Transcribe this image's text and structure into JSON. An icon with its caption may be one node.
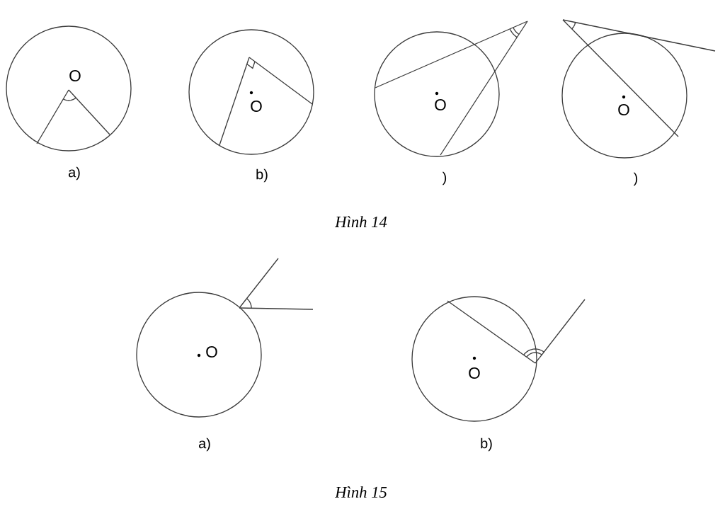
{
  "diagram": {
    "labels": [
      "O",
      "O",
      "O",
      "O",
      "a)",
      "b)",
      ")",
      ")",
      "Hình 14",
      "O",
      "O",
      "a)",
      "b)",
      "Hình 15"
    ]
  }
}
